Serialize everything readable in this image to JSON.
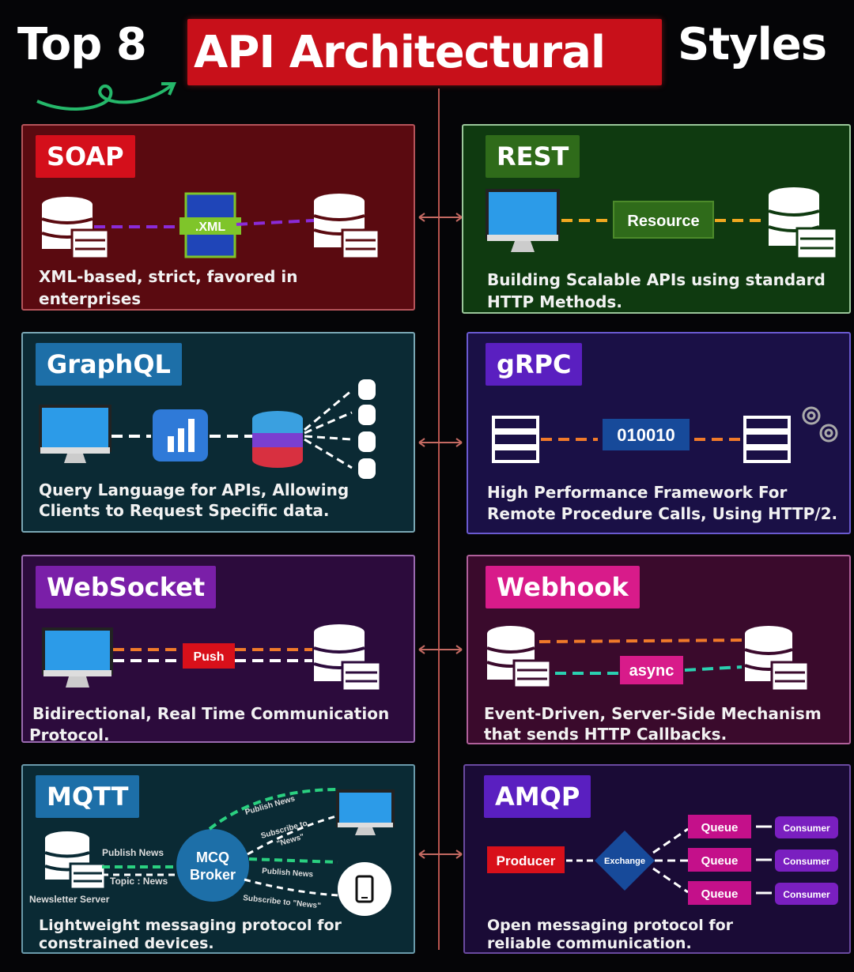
{
  "title": {
    "part1": "Top 8",
    "highlight": "API Architectural",
    "part2": "Styles"
  },
  "cards": {
    "soap": {
      "title": "SOAP",
      "desc1": "XML-based, strict, favored in",
      "desc2": "enterprises",
      "doc_label": ".XML"
    },
    "rest": {
      "title": "REST",
      "desc1": "Building Scalable APIs using standard",
      "desc2": "HTTP Methods.",
      "resource_label": "Resource"
    },
    "graphql": {
      "title": "GraphQL",
      "desc1": "Query Language for APIs, Allowing",
      "desc2": "Clients to Request Specific data."
    },
    "grpc": {
      "title": "gRPC",
      "desc1": "High Performance Framework For",
      "desc2": "Remote Procedure Calls, Using HTTP/2.",
      "binary_label": "010010"
    },
    "websocket": {
      "title": "WebSocket",
      "desc1": "Bidirectional, Real Time Communication",
      "desc2": "Protocol.",
      "push_label": "Push"
    },
    "webhook": {
      "title": "Webhook",
      "desc1": "Event-Driven, Server-Side Mechanism",
      "desc2": "that sends HTTP Callbacks.",
      "async_label": "async"
    },
    "mqtt": {
      "title": "MQTT",
      "desc1": "Lightweight messaging protocol for",
      "desc2": "constrained devices.",
      "broker1": "MCQ",
      "broker2": "Broker",
      "server_label": "Newsletter Server",
      "publish_news": "Publish News",
      "topic_news": "Topic : News",
      "publish_news_top": "Publish News",
      "subscribe_top": "Subscribe to",
      "news_quote": "\"News\"",
      "publish_news_bottom": "Publish News",
      "subscribe_bottom": "Subscribe to \"News\""
    },
    "amqp": {
      "title": "AMQP",
      "desc1": "Open messaging protocol for",
      "desc2": "reliable communication.",
      "producer": "Producer",
      "exchange": "Exchange",
      "queue": "Queue",
      "consumer": "Consumer"
    }
  },
  "colors": {
    "red": "#c8101a",
    "green": "#2f6b1a",
    "blue": "#1f6fa8",
    "purple": "#5a1fc0",
    "violet": "#7a1fa8",
    "pink": "#d81b8a"
  }
}
